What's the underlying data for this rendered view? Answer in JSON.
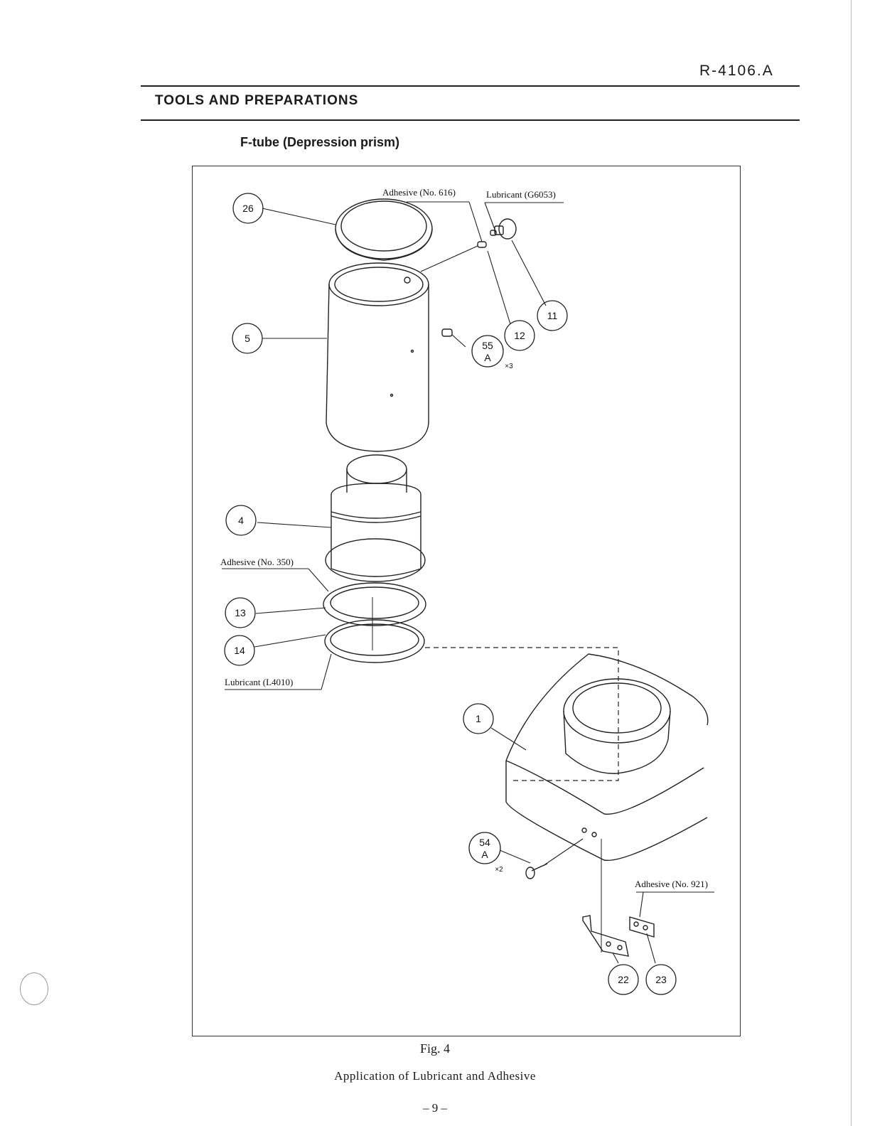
{
  "header": {
    "doc_code": "R-4106.A",
    "section_title": "TOOLS AND PREPARATIONS"
  },
  "figure": {
    "subtitle": "F-tube (Depression prism)",
    "fig_label": "Fig. 4",
    "caption": "Application of Lubricant and Adhesive",
    "notes": {
      "adhesive_616": "Adhesive (No. 616)",
      "lubricant_g6053": "Lubricant (G6053)",
      "adhesive_350": "Adhesive (No. 350)",
      "lubricant_l4010": "Lubricant (L4010)",
      "adhesive_921": "Adhesive (No. 921)"
    },
    "callouts": {
      "c26": "26",
      "c5": "5",
      "c11": "11",
      "c12": "12",
      "c55": "55",
      "c55_sub": "A",
      "c55_qty": "×3",
      "c4": "4",
      "c13": "13",
      "c14": "14",
      "c1": "1",
      "c54": "54",
      "c54_sub": "A",
      "c54_qty": "×2",
      "c22": "22",
      "c23": "23"
    }
  },
  "footer": {
    "page_number": "– 9 –"
  }
}
